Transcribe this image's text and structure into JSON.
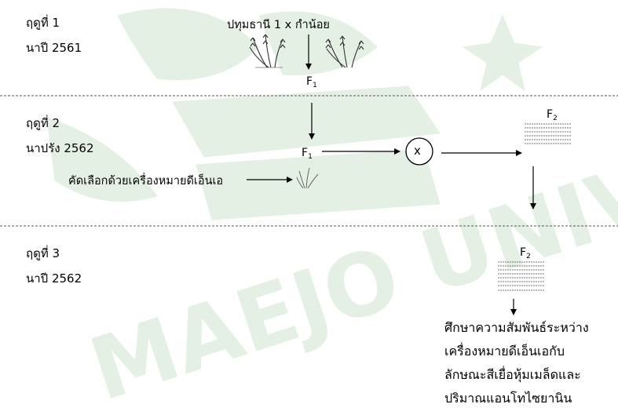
{
  "watermark": {
    "text": "MAEJO UNIVERSITY",
    "color": "#3f8f3f"
  },
  "seasons": [
    {
      "title": "ฤดูที่ 1",
      "subtitle": "นาปี 2561"
    },
    {
      "title": "ฤดูที่ 2",
      "subtitle": "นาปรัง 2562"
    },
    {
      "title": "ฤดูที่ 3",
      "subtitle": "นาปี 2562"
    }
  ],
  "cross": {
    "parent1": "ปทุมธานี 1",
    "symbol": "x",
    "parent2": "กำน้อย"
  },
  "generations": {
    "f1_base": "F",
    "f1_sub": "1",
    "f2_base": "F",
    "f2_sub": "2"
  },
  "selection_label": "คัดเลือกด้วยเครื่องหมายดีเอ็นเอ",
  "self_symbol": "x",
  "conclusion": [
    "ศึกษาความสัมพันธ์ระหว่าง",
    "เครื่องหมายดีเอ็นเอกับ",
    "ลักษณะสีเยื่อหุ้มเมล็ดและ",
    "ปริมาณแอนโทไซยานิน"
  ],
  "icons": {
    "plant": "rice-plant-icon",
    "population": "plant-population-icon"
  }
}
